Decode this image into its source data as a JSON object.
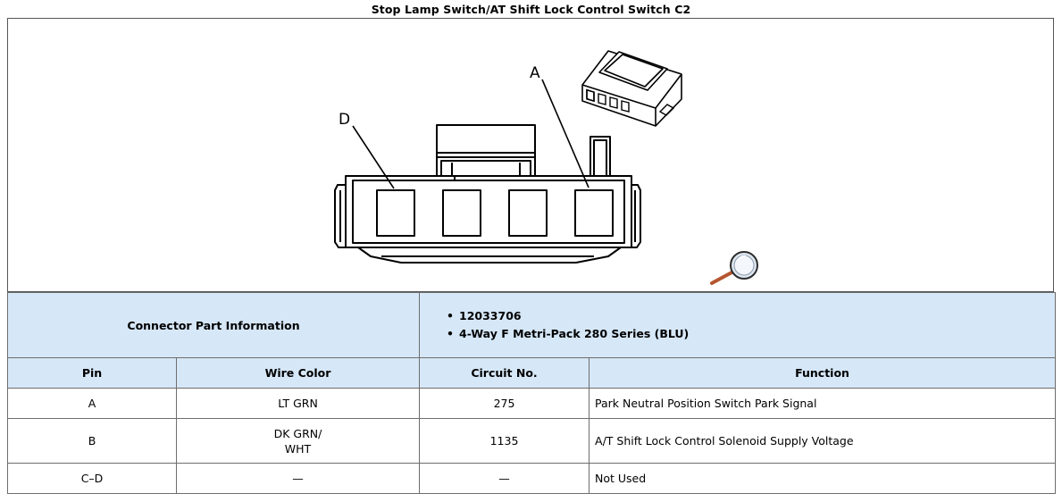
{
  "title": "Stop Lamp Switch/AT Shift Lock Control Switch C2",
  "figure": {
    "pin_label_a": "A",
    "pin_label_d": "D",
    "zoom_icon": "magnifier-icon"
  },
  "part_info": {
    "label": "Connector Part Information",
    "items": [
      "12033706",
      "4-Way F Metri-Pack 280 Series (BLU)"
    ]
  },
  "table": {
    "headers": [
      "Pin",
      "Wire Color",
      "Circuit No.",
      "Function"
    ],
    "rows": [
      {
        "pin": "A",
        "wire_line1": "LT GRN",
        "wire_line2": "",
        "circuit": "275",
        "function": "Park Neutral Position Switch Park Signal"
      },
      {
        "pin": "B",
        "wire_line1": "DK GRN/",
        "wire_line2": "WHT",
        "circuit": "1135",
        "function": "A/T Shift Lock Control Solenoid Supply Voltage"
      },
      {
        "pin": "C–D",
        "wire_line1": "—",
        "wire_line2": "",
        "circuit": "—",
        "function": "Not Used"
      }
    ]
  },
  "colors": {
    "header_bg": "#d6e7f7",
    "border": "#6d6d6d",
    "magnifier_handle": "#b5562f"
  }
}
